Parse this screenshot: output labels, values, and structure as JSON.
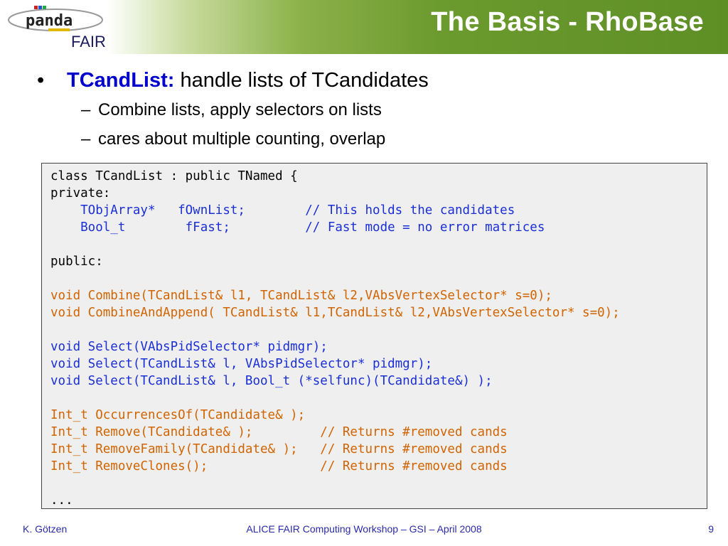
{
  "header": {
    "logo_panda_text": "panda",
    "logo_fair_text": "FAIR",
    "title": "The Basis - RhoBase"
  },
  "bullets": {
    "main": {
      "bullet": "•",
      "keyword": "TCandList",
      "colon": ":",
      "text": " handle lists of TCandidates"
    },
    "sub": [
      {
        "dash": "–",
        "text": "Combine lists, apply selectors on lists"
      },
      {
        "dash": "–",
        "text": "cares about multiple counting, overlap"
      }
    ]
  },
  "code": {
    "lines": [
      {
        "text": "class TCandList : public TNamed {",
        "color": "black"
      },
      {
        "text": "private:",
        "color": "black"
      },
      {
        "text": "    TObjArray*   fOwnList;        // This holds the candidates",
        "color": "blue"
      },
      {
        "text": "    Bool_t        fFast;          // Fast mode = no error matrices",
        "color": "blue"
      },
      {
        "text": "",
        "color": "black"
      },
      {
        "text": "public:",
        "color": "black"
      },
      {
        "text": "",
        "color": "black"
      },
      {
        "text": "void Combine(TCandList& l1, TCandList& l2,VAbsVertexSelector* s=0);",
        "color": "orange"
      },
      {
        "text": "void CombineAndAppend( TCandList& l1,TCandList& l2,VAbsVertexSelector* s=0);",
        "color": "orange"
      },
      {
        "text": "",
        "color": "black"
      },
      {
        "text": "void Select(VAbsPidSelector* pidmgr);",
        "color": "blue"
      },
      {
        "text": "void Select(TCandList& l, VAbsPidSelector* pidmgr);",
        "color": "blue"
      },
      {
        "text": "void Select(TCandList& l, Bool_t (*selfunc)(TCandidate&) );",
        "color": "blue"
      },
      {
        "text": "",
        "color": "black"
      },
      {
        "text": "Int_t OccurrencesOf(TCandidate& );",
        "color": "orange"
      },
      {
        "text": "Int_t Remove(TCandidate& );         // Returns #removed cands",
        "color": "orange"
      },
      {
        "text": "Int_t RemoveFamily(TCandidate& );   // Returns #removed cands",
        "color": "orange"
      },
      {
        "text": "Int_t RemoveClones();               // Returns #removed cands",
        "color": "orange"
      },
      {
        "text": "",
        "color": "black"
      },
      {
        "text": "...",
        "color": "black"
      }
    ]
  },
  "footer": {
    "author": "K. Götzen",
    "event": "ALICE FAIR Computing Workshop – GSI – April 2008",
    "page": "9"
  },
  "colors": {
    "header_green": "#5e8f26",
    "keyword_blue": "#0000cc",
    "code_blue": "#1a2fd6",
    "code_orange": "#d26400",
    "footer_blue": "#2a2aa8"
  }
}
